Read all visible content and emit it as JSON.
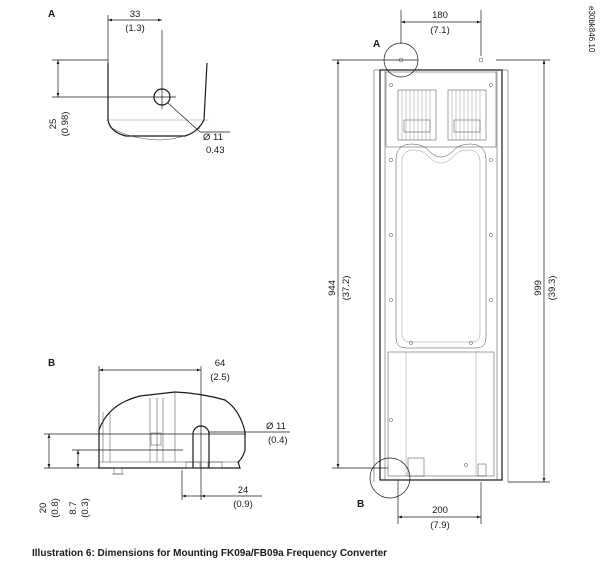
{
  "caption": "Illustration 6: Dimensions for Mounting FK09a/FB09a Frequency Converter",
  "reference_code": "e30bk846.10",
  "detail_a": {
    "label": "A",
    "dim_width_mm": "33",
    "dim_width_in": "(1.3)",
    "dim_height_mm": "25",
    "dim_height_in": "(0.98)",
    "hole_mm": "11",
    "hole_in": "0.43"
  },
  "detail_b": {
    "label": "B",
    "dim_width_mm": "64",
    "dim_width_in": "(2.5)",
    "hole_mm": "11",
    "hole_in": "(0.4)",
    "dim_offset_mm": "24",
    "dim_offset_in": "(0.9)",
    "dim_height_mm": "20",
    "dim_height_in": "(0.8)",
    "dim_slot_mm": "8.7",
    "dim_slot_in": "(0.3)"
  },
  "main_view": {
    "label_a": "A",
    "label_b": "B",
    "dim_top_width_mm": "180",
    "dim_top_width_in": "(7.1)",
    "dim_hole_spacing_mm": "944",
    "dim_hole_spacing_in": "(37.2)",
    "dim_total_height_mm": "999",
    "dim_total_height_in": "(39.3)",
    "dim_bottom_width_mm": "200",
    "dim_bottom_width_in": "(7.9)"
  },
  "symbols": {
    "diameter": "Ø"
  }
}
